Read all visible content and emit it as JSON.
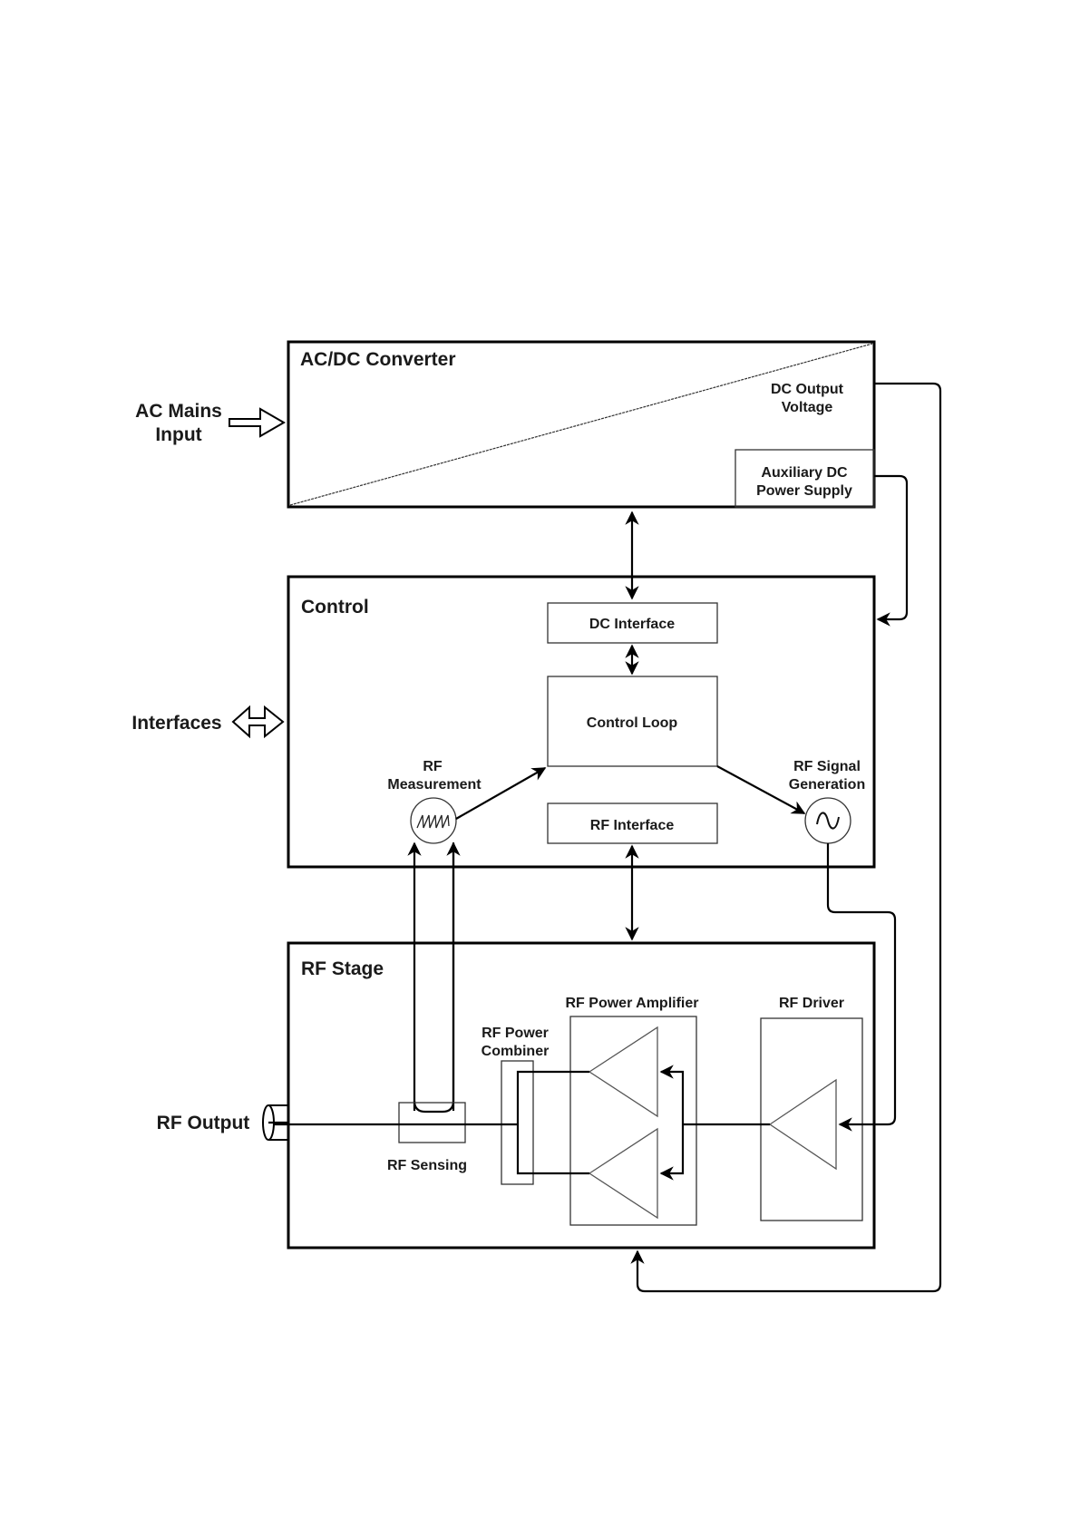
{
  "diagram": {
    "external": {
      "ac_mains_input": [
        "AC Mains",
        "Input"
      ],
      "interfaces": "Interfaces",
      "rf_output": "RF Output"
    },
    "acdc_block": {
      "title": "AC/DC Converter",
      "dc_output": [
        "DC Output",
        "Voltage"
      ],
      "aux_supply": [
        "Auxiliary DC",
        "Power Supply"
      ]
    },
    "control_block": {
      "title": "Control",
      "dc_interface": "DC Interface",
      "control_loop": "Control Loop",
      "rf_interface": "RF Interface",
      "rf_measurement": [
        "RF",
        "Measurement"
      ],
      "rf_signal_generation": [
        "RF Signal",
        "Generation"
      ]
    },
    "rf_stage_block": {
      "title": "RF Stage",
      "rf_power_amplifier": "RF Power Amplifier",
      "rf_driver": "RF Driver",
      "rf_power_combiner": [
        "RF Power",
        "Combiner"
      ],
      "rf_sensing": "RF Sensing"
    }
  }
}
